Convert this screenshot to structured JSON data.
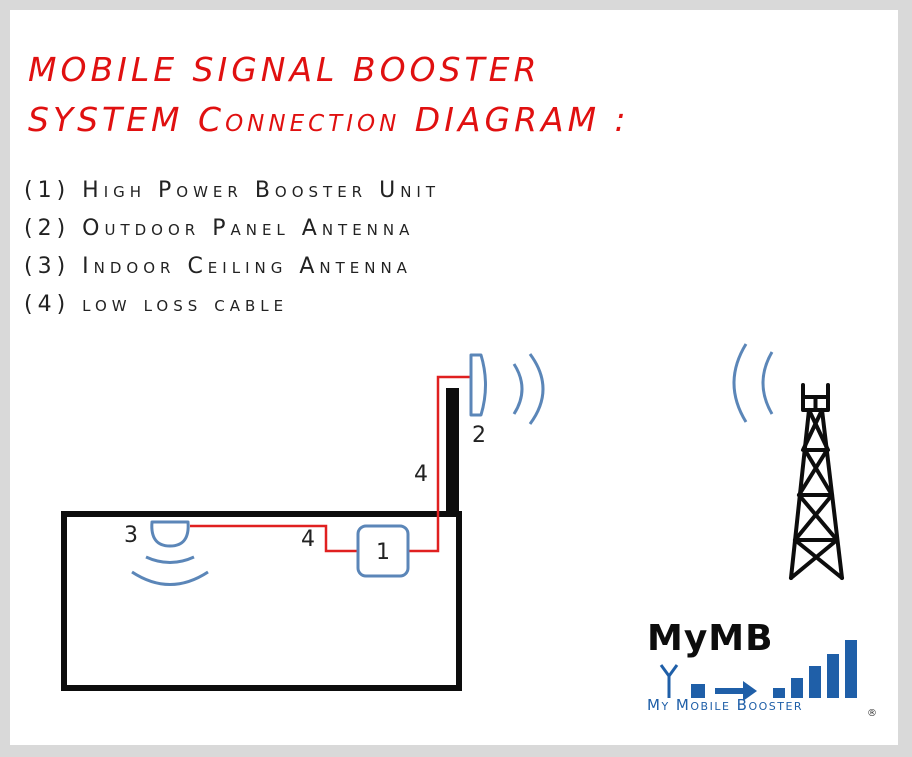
{
  "title": {
    "line1": "MOBILE SIGNAL BOOSTER",
    "line2": "SYSTEM Connection DIAGRAM :"
  },
  "legend": [
    "(1) High Power Booster Unit",
    "(2) Outdoor Panel Antenna",
    "(3) Indoor Ceiling Antenna",
    "(4) low loss cable"
  ],
  "labels": {
    "booster": "1",
    "outdoor_antenna": "2",
    "indoor_antenna": "3",
    "cable_vertical": "4",
    "cable_indoor": "4"
  },
  "logo": {
    "name": "MyMB",
    "tagline": "My Mobile Booster",
    "mark": "®"
  },
  "colors": {
    "title": "#e01010",
    "cable": "#e02020",
    "antenna": "#5b86b8",
    "logo_blue": "#1f5fa8"
  }
}
